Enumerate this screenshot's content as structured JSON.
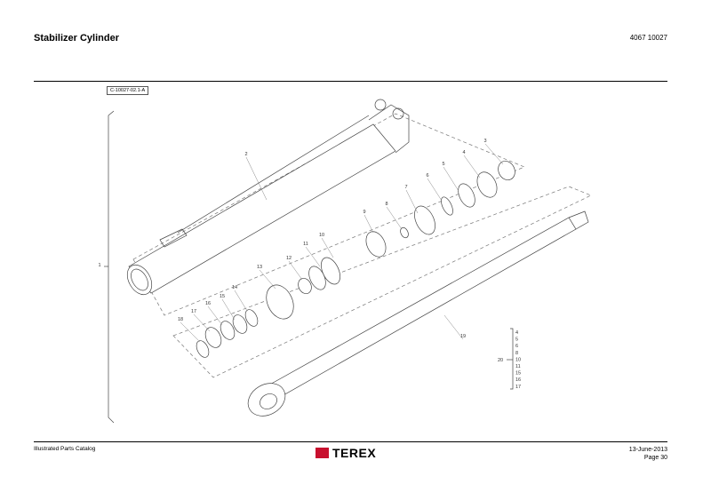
{
  "header": {
    "title": "Stabilizer Cylinder",
    "part_number": "4067 10027"
  },
  "figure": {
    "reference": "C-10027-02.1-A",
    "callouts": [
      "1",
      "2",
      "3",
      "4",
      "5",
      "6",
      "7",
      "8",
      "9",
      "10",
      "11",
      "12",
      "13",
      "14",
      "15",
      "16",
      "17",
      "18",
      "19",
      "20"
    ],
    "kit": {
      "label": "20",
      "items": [
        "4",
        "5",
        "6",
        "8",
        "10",
        "11",
        "15",
        "16",
        "17"
      ]
    }
  },
  "footer": {
    "catalog": "Illustrated Parts Catalog",
    "brand": "TEREX",
    "date": "13-June-2013",
    "page": "Page 30"
  },
  "colors": {
    "brand_red": "#c8102e"
  }
}
